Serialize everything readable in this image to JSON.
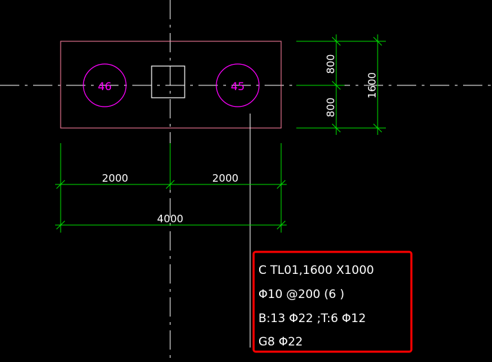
{
  "colors": {
    "background": "#000000",
    "axis": "#ffffff",
    "outline": "#ff80a0",
    "pile": "#ff00ff",
    "column": "#ffffff",
    "dimension": "#00e000",
    "annotation_text": "#ffffff",
    "highlight": "#ff0000"
  },
  "piles": [
    {
      "label": "46"
    },
    {
      "label": "45"
    }
  ],
  "dimensions": {
    "vertical_segments": [
      "800",
      "800"
    ],
    "vertical_total": "1600",
    "horizontal_segments": [
      "2000",
      "2000"
    ],
    "horizontal_total": "4000"
  },
  "annotation": {
    "lines": [
      "C TL01,1600 X1000",
      "Φ10 @200 (6 )",
      "B:13 Φ22 ;T:6 Φ12",
      "G8 Φ22"
    ]
  }
}
